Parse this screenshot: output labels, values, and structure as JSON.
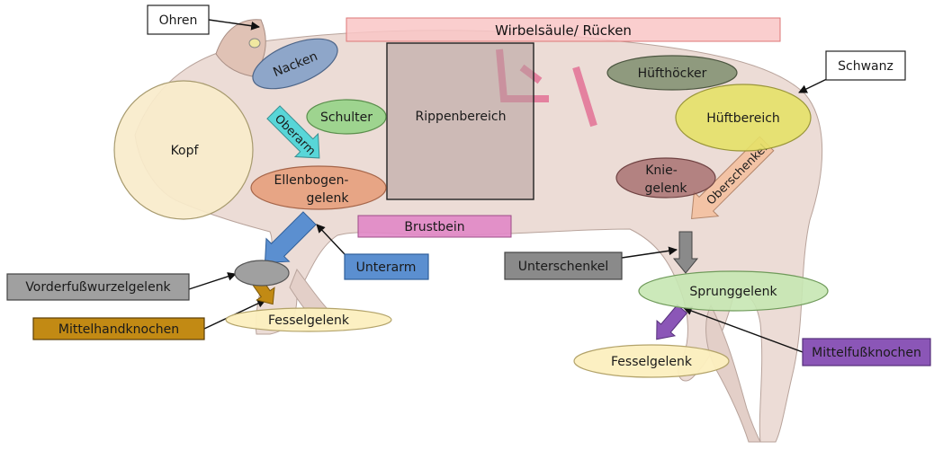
{
  "labels": {
    "ohren": "Ohren",
    "wirbelsaeule": "Wirbelsäule/ Rücken",
    "nacken": "Nacken",
    "huefthoecker": "Hüfthöcker",
    "schwanz": "Schwanz",
    "schulter": "Schulter",
    "rippenbereich": "Rippenbereich",
    "hueftbereich": "Hüftbereich",
    "kopf": "Kopf",
    "oberarm": "Oberarm",
    "ellenbogen_1": "Ellenbogen-",
    "ellenbogen_2": "gelenk",
    "knie_1": "Knie-",
    "knie_2": "gelenk",
    "oberschenkel": "Oberschenkel",
    "brustbein": "Brustbein",
    "unterarm": "Unterarm",
    "unterschenkel": "Unterschenkel",
    "vorderfusswurzelgelenk": "Vorderfußwurzelgelenk",
    "sprunggelenk": "Sprunggelenk",
    "mittelhandknochen": "Mittelhandknochen",
    "fesselgelenk_vorn": "Fesselgelenk",
    "mittelfussknochen": "Mittelfußknochen",
    "fesselgelenk_hinten": "Fesselgelenk"
  },
  "colors": {
    "body": "#ecdcd6",
    "body_shade": "#d9c3bb",
    "wirbelsaeule": "#f9c6c6",
    "nacken": "#8ea6c9",
    "huefthoecker": "#7f8e6f",
    "schulter": "#9ed48f",
    "rippenbereich": "#b59e9c",
    "hueftbereich": "#e6e168",
    "kopf": "#f8eccb",
    "oberarm": "#58d6d8",
    "ellenbogen": "#e79f7c",
    "knie": "#a97272",
    "oberschenkel": "#f3c3a5",
    "brustbein": "#e187c7",
    "unterarm": "#5b8fd0",
    "unterschenkel": "#8a8a8a",
    "vorderfusswurzel": "#a0a0a0",
    "sprunggelenk": "#c6e7b2",
    "mittelhand": "#c28a14",
    "fessel": "#fcefbf",
    "mittelfuss": "#8b56b7"
  },
  "icons": [
    "pig-silhouette",
    "leader-arrow"
  ]
}
